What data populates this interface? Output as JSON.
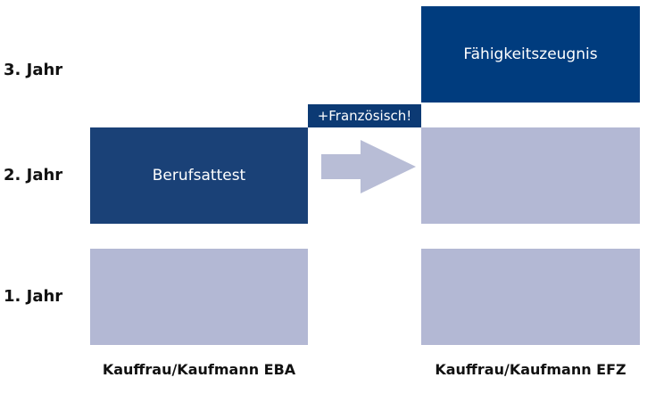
{
  "years": {
    "year3": "3. Jahr",
    "year2": "2. Jahr",
    "year1": "1. Jahr"
  },
  "eba": {
    "year2_box_label": "Berufsattest",
    "column_label": "Kauffrau/Kaufmann EBA"
  },
  "efz": {
    "year3_box_label": "Fähigkeitszeugnis",
    "column_label": "Kauffrau/Kaufmann EFZ"
  },
  "transition": {
    "tag_label": "+Französisch!",
    "arrow_icon": "right-arrow-icon"
  },
  "colors": {
    "dark_blue": "#1a4177",
    "navy": "#003c7e",
    "light_blue": "#b3b8d4",
    "arrow_gray": "#b8bdd6"
  }
}
